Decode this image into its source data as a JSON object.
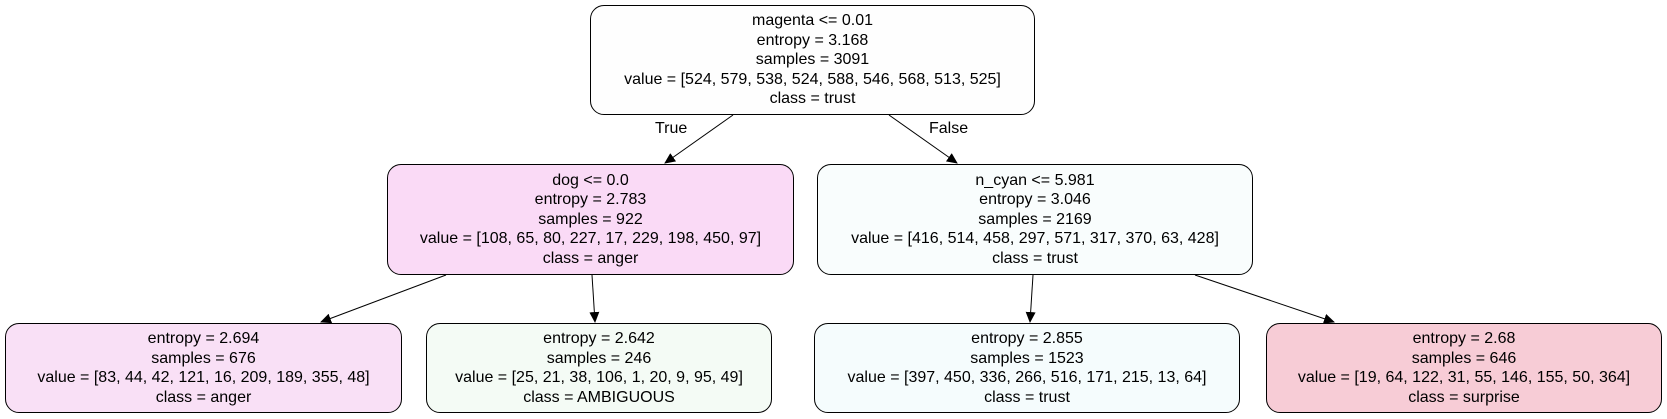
{
  "edge_labels": {
    "true_label": "True",
    "false_label": "False"
  },
  "nodes": [
    {
      "id": "root",
      "condition": "magenta <= 0.01",
      "entropy": "entropy = 3.168",
      "samples": "samples = 3091",
      "value": "value = [524, 579, 538, 524, 588, 546, 568, 513, 525]",
      "class": "class = trust",
      "fill": "#fefefe"
    },
    {
      "id": "dog",
      "condition": "dog <= 0.0",
      "entropy": "entropy = 2.783",
      "samples": "samples = 922",
      "value": "value = [108, 65, 80, 227, 17, 229, 198, 450, 97]",
      "class": "class = anger",
      "fill": "#fadaf6"
    },
    {
      "id": "n_cyan",
      "condition": "n_cyan <= 5.981",
      "entropy": "entropy = 3.046",
      "samples": "samples = 2169",
      "value": "value = [416, 514, 458, 297, 571, 317, 370, 63, 428]",
      "class": "class = trust",
      "fill": "#f9fdfd"
    },
    {
      "id": "leaf1",
      "entropy": "entropy = 2.694",
      "samples": "samples = 676",
      "value": "value = [83, 44, 42, 121, 16, 209, 189, 355, 48]",
      "class": "class = anger",
      "fill": "#f9e0f6"
    },
    {
      "id": "leaf2",
      "entropy": "entropy = 2.642",
      "samples": "samples = 246",
      "value": "value = [25, 21, 38, 106, 1, 20, 9, 95, 49]",
      "class": "class = AMBIGUOUS",
      "fill": "#f4fbf5"
    },
    {
      "id": "leaf3",
      "entropy": "entropy = 2.855",
      "samples": "samples = 1523",
      "value": "value = [397, 450, 336, 266, 516, 171, 215, 13, 64]",
      "class": "class = trust",
      "fill": "#f5fcfd"
    },
    {
      "id": "leaf4",
      "entropy": "entropy = 2.68",
      "samples": "samples = 646",
      "value": "value = [19, 64, 122, 31, 55, 146, 155, 50, 364]",
      "class": "class = surprise",
      "fill": "#f7ccd6"
    }
  ]
}
